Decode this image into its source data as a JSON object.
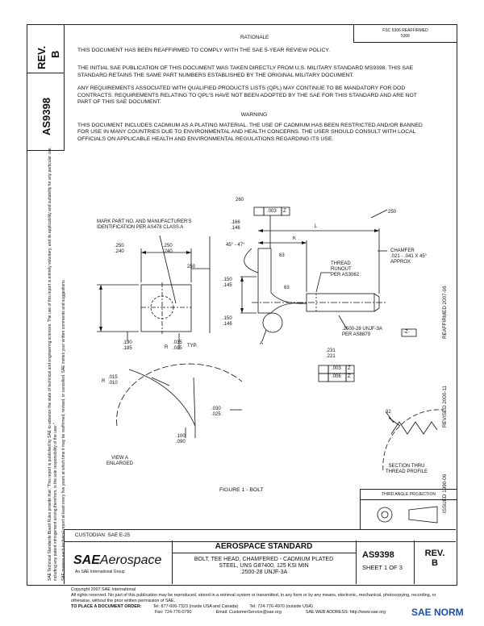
{
  "header": {
    "rev_label": "REV.",
    "rev_value": "B",
    "doc_number": "AS9398",
    "rationale_title": "RATIONALE",
    "topright_line1": "FSC 5306 REAFFIRMED",
    "topright_line2": "5306"
  },
  "left_margin": {
    "line1": "SAE Technical Standards Board Rules provide that: \"This report is published by SAE to advance the state of technical and engineering sciences. The use of this report is entirely voluntary, and its applicability and suitability for any particular use, including any patent infringement arising therefrom, is the sole responsibility of the user.\"",
    "line2": "SAE reviews each technical report at least every five years at which time it may be reaffirmed, revised, or cancelled. SAE invites your written comments and suggestions."
  },
  "right_margin": {
    "reaffirmed": "REAFFIRMED 2007-06",
    "revised": "REVISED 2000-11",
    "issued": "ISSUED 1990-06"
  },
  "text_body": {
    "reaffirm_notice": "THIS DOCUMENT HAS BEEN REAFFIRMED TO COMPLY WITH THE SAE 5-YEAR REVIEW POLICY.",
    "para1": "THE INITIAL SAE PUBLICATION OF THIS DOCUMENT WAS TAKEN DIRECTLY FROM U.S. MILITARY STANDARD MS9398. THIS SAE STANDARD RETAINS THE SAME PART NUMBERS ESTABLISHED BY THE ORIGINAL MILITARY DOCUMENT.",
    "para2": "ANY REQUIREMENTS ASSOCIATED WITH QUALIFIED PRODUCTS LISTS (QPL) MAY CONTINUE TO BE MANDATORY FOR DOD CONTRACTS. REQUIREMENTS RELATING TO QPL'S HAVE NOT BEEN ADOPTED BY THE SAE FOR THIS STANDARD AND ARE NOT PART OF THIS SAE DOCUMENT.",
    "warning_title": "WARNING",
    "warning_text": "THIS DOCUMENT INCLUDES CADMIUM AS A PLATING MATERIAL. THE USE OF CADMIUM HAS BEEN RESTRICTED AND/OR BANNED FOR USE IN MANY COUNTRIES DUE TO ENVIRONMENTAL AND HEALTH CONCERNS. THE USER SHOULD CONSULT WITH LOCAL OFFICIALS ON APPLICABLE HEALTH AND ENVIRONMENTAL REGULATIONS REGARDING ITS USE."
  },
  "drawing": {
    "mark_note_1": "MARK PART NO. AND MANUFACTURER'S",
    "mark_note_2": "IDENTIFICATION PER AS478 CLASS A",
    "d_250a": ".250",
    "d_240a": ".240",
    "d_250b": ".250",
    "d_240b": ".240",
    "d_250c": "250",
    "d_190": ".190",
    "d_185": ".185",
    "d_035": ".035",
    "d_015": ".015",
    "r_label": "R",
    "typ": "TYP.",
    "d_260": "260",
    "d_003": ".003",
    "datum_z": "Z",
    "d_250d": "250",
    "d_166": ".166",
    "d_146": ".146",
    "angle": "45° - 47°",
    "k_label": "K",
    "l_label": "L",
    "d_63a": "63",
    "d_63b": "63",
    "chamfer_1": "CHAMFER",
    "chamfer_2": ".021 - .041 X 45°",
    "chamfer_3": "APPROX",
    "thread_1": "THREAD",
    "thread_2": "RUNOUT",
    "thread_3": "PER AS3062",
    "d_150a": ".150",
    "d_145a": ".145",
    "d_150b": ".150",
    "d_146b": ".146",
    "a_label": "A",
    "d_231": ".231",
    "d_221": ".221",
    "thread_spec_1": ".2500-28 UNJF-3A",
    "thread_spec_2": "PER AS8879",
    "datum_box": "-Z-",
    "fc_003": ".003",
    "fc_006": ".006",
    "fc_z1": "Z",
    "fc_z2": "Z",
    "r_015": "R",
    "d_015b": ".015",
    "d_010": ".010",
    "d_030": ".030",
    "d_025": ".025",
    "d_100": ".100",
    "d_090": ".090",
    "view_a_1": "VIEW A",
    "view_a_2": "ENLARGED",
    "d_32": "32",
    "section_1": "SECTION THRU",
    "section_2": "THREAD PROFILE",
    "figure": "FIGURE 1 - BOLT",
    "third_angle": "THIRD ANGLE PROJECTION"
  },
  "title_block": {
    "custodian": "CUSTODIAN: SAE E-25",
    "brand_sae": "SAE",
    "brand_aero": "Aerospace",
    "brand_sub": "An SAE International Group",
    "standard": "AEROSPACE STANDARD",
    "desc1": "BOLT, TEE HEAD, CHAMFERED - CADMIUM PLATED",
    "desc2": "STEEL, UNS G87400, 125 KSI MIN",
    "desc3": ".2500-28 UNJF-3A",
    "doc_number": "AS9398",
    "sheet": "SHEET 1 OF 3",
    "rev_label": "REV.",
    "rev_value": "B"
  },
  "footer": {
    "copyright": "Copyright 2007 SAE International",
    "rights": "All rights reserved. No part of this publication may be reproduced, stored in a retrieval system or transmitted, in any form or by any means, electronic, mechanical, photocopying, recording, or otherwise, without the prior written permission of SAE.",
    "order_label": "TO PLACE A DOCUMENT ORDER:",
    "tel1": "Tel: 877-606-7323 (inside USA and Canada)",
    "tel2": "Tel: 724-776-4970 (outside USA)",
    "fax": "Fax: 724-776-0790",
    "email": "Email: CustomerService@sae.org",
    "web": "SAE WEB ADDRESS: http://www.sae.org",
    "watermark": "SAE NORM"
  }
}
